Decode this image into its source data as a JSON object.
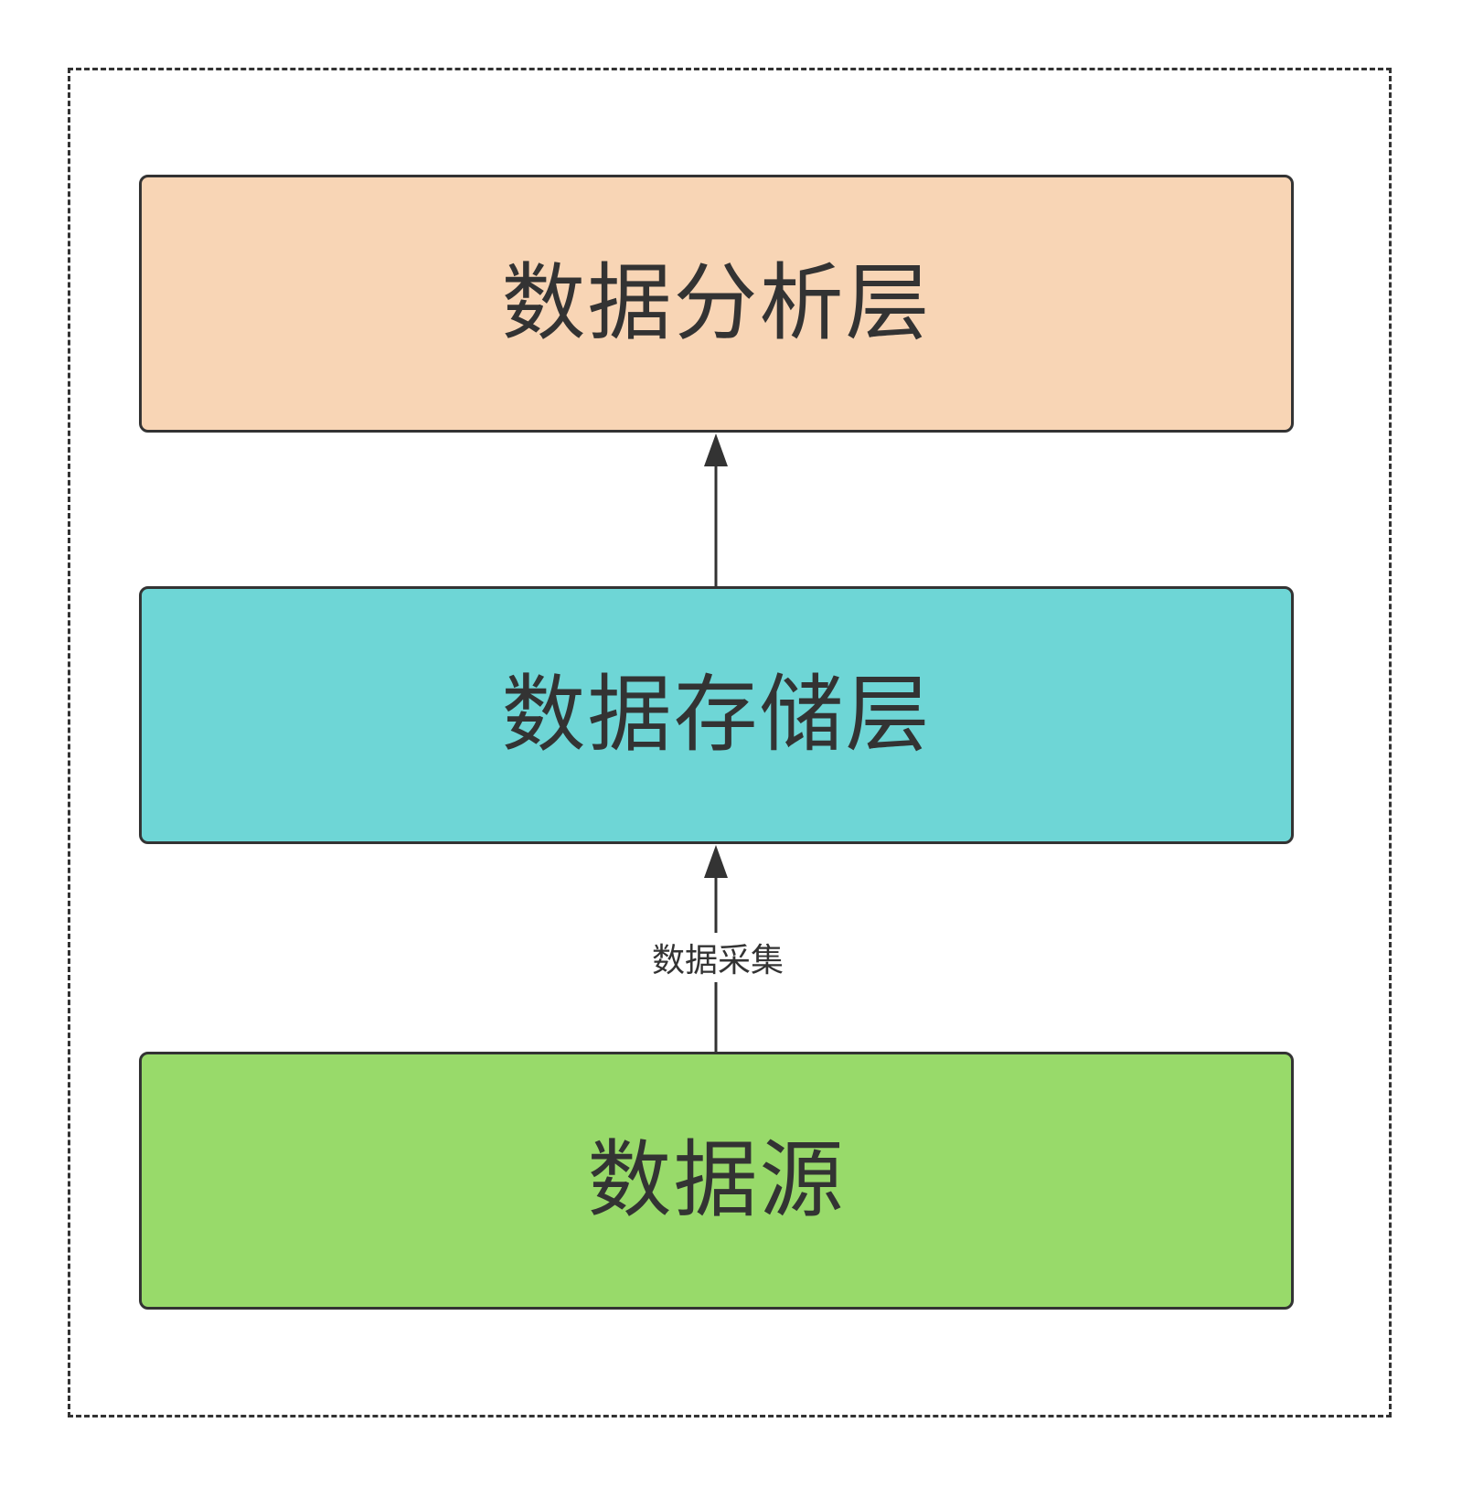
{
  "diagram": {
    "layers": {
      "analysis": {
        "label": "数据分析层",
        "fill": "#F8D5B5"
      },
      "storage": {
        "label": "数据存储层",
        "fill": "#6ED6D6"
      },
      "source": {
        "label": "数据源",
        "fill": "#98DA6A"
      }
    },
    "edges": {
      "source_to_storage": {
        "label": "数据采集"
      },
      "storage_to_analysis": {
        "label": ""
      }
    },
    "colors": {
      "stroke": "#333333",
      "text": "#333333",
      "background": "#FFFFFF"
    }
  }
}
